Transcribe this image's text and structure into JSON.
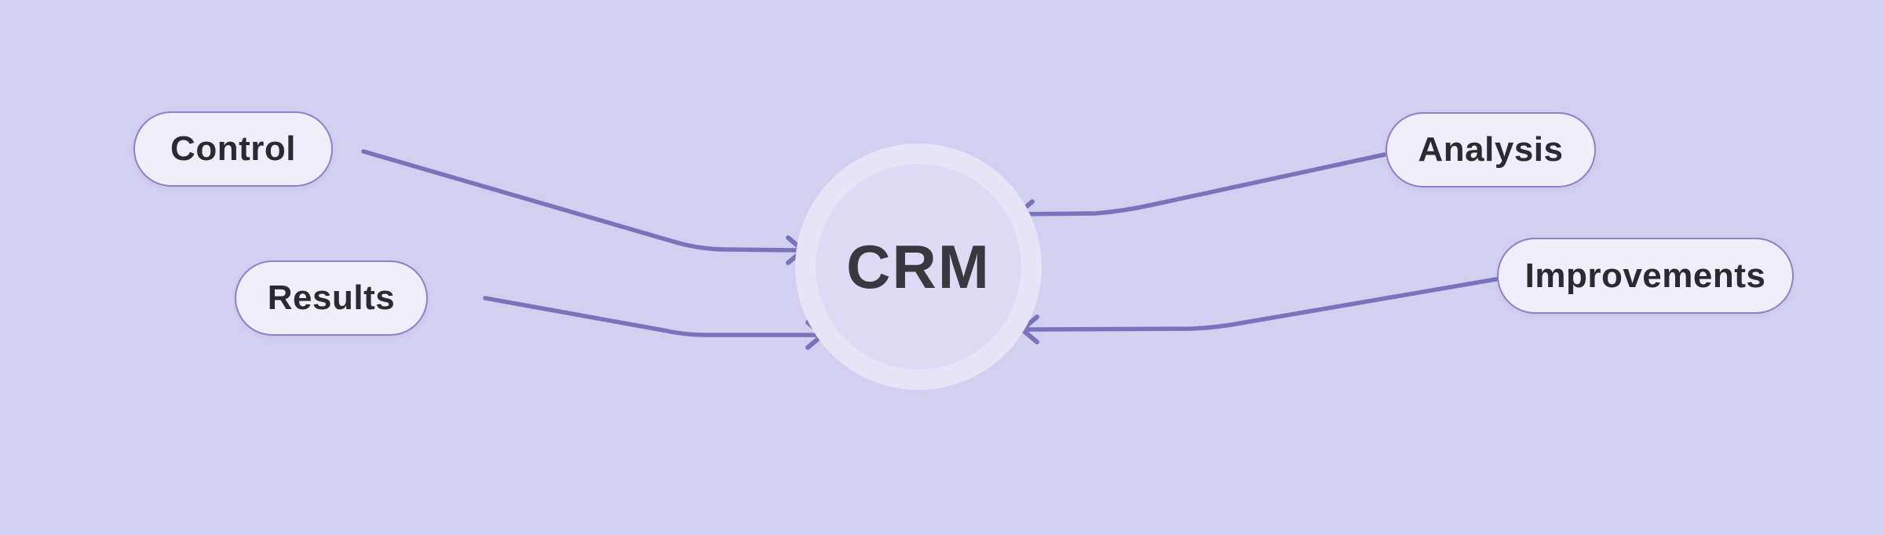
{
  "diagram": {
    "center": {
      "id": "crm",
      "label": "CRM"
    },
    "nodes": [
      {
        "id": "control",
        "label": "Control",
        "position": "top-left"
      },
      {
        "id": "results",
        "label": "Results",
        "position": "bottom-left"
      },
      {
        "id": "analysis",
        "label": "Analysis",
        "position": "top-right"
      },
      {
        "id": "improvements",
        "label": "Improvements",
        "position": "bottom-right"
      }
    ],
    "edges": [
      {
        "from": "Control",
        "to": "CRM"
      },
      {
        "from": "Results",
        "to": "CRM"
      },
      {
        "from": "Analysis",
        "to": "CRM"
      },
      {
        "from": "Improvements",
        "to": "CRM"
      }
    ]
  },
  "theme": {
    "background": "#d3cff0",
    "pill_fill": "#f0eefb",
    "pill_border": "#8c82c8",
    "pill_text": "#2b2a31",
    "connector": "#7c72bb",
    "circle_outer": "#e7e4f8",
    "circle_inner": "#ded9f5",
    "center_text": "#3a383f"
  }
}
